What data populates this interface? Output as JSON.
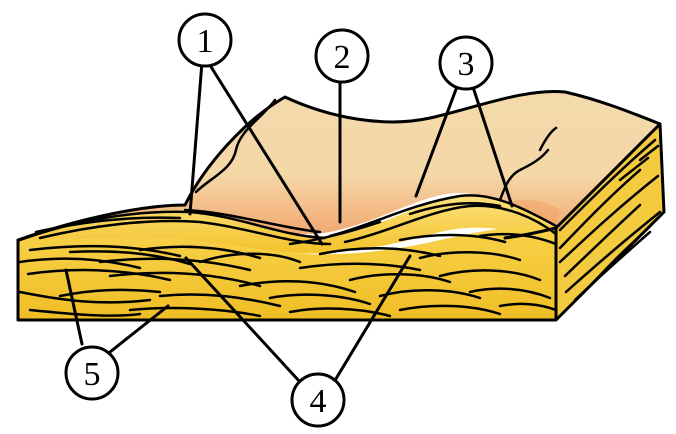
{
  "callouts": [
    {
      "id": "1",
      "label": "1"
    },
    {
      "id": "2",
      "label": "2"
    },
    {
      "id": "3",
      "label": "3"
    },
    {
      "id": "4",
      "label": "4"
    },
    {
      "id": "5",
      "label": "5"
    }
  ],
  "colors": {
    "top_surface": "#f4d9a5",
    "top_surface_warm": "#f3a36a",
    "top_surface_edge": "#e8733a",
    "layer_fill": "#f7c629",
    "layer_highlight": "#fbe07c",
    "front_face": "#f3c52d",
    "side_face": "#f4cf4a",
    "outline": "#000000"
  }
}
